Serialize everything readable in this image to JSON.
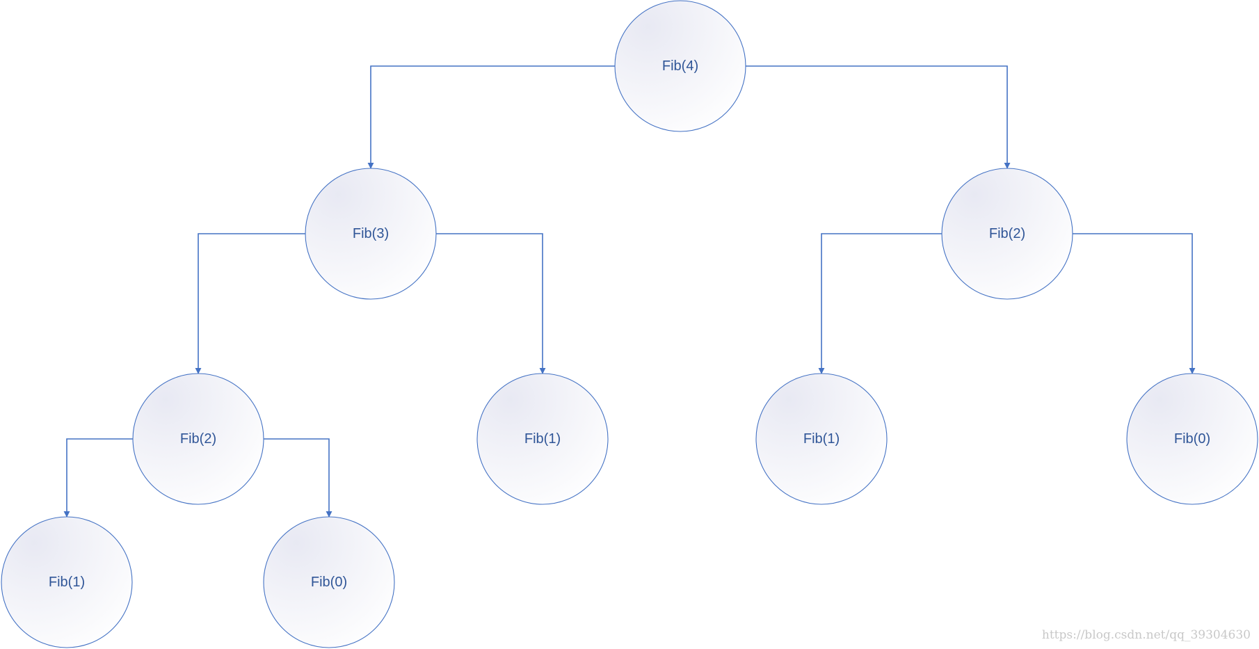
{
  "diagram": {
    "colors": {
      "stroke": "#4472c4",
      "label": "#2f5597",
      "fill_top": "#e8e9f3",
      "fill_bottom": "#ffffff"
    },
    "nodes": [
      {
        "id": "root",
        "label": "Fib(4)"
      },
      {
        "id": "left",
        "label": "Fib(3)"
      },
      {
        "id": "right",
        "label": "Fib(2)"
      },
      {
        "id": "left-left",
        "label": "Fib(2)"
      },
      {
        "id": "left-right",
        "label": "Fib(1)"
      },
      {
        "id": "right-left",
        "label": "Fib(1)"
      },
      {
        "id": "right-right",
        "label": "Fib(0)"
      },
      {
        "id": "left-left-left",
        "label": "Fib(1)"
      },
      {
        "id": "left-left-right",
        "label": "Fib(0)"
      }
    ],
    "edges": [
      {
        "from": "root",
        "to": "left"
      },
      {
        "from": "root",
        "to": "right"
      },
      {
        "from": "left",
        "to": "left-left"
      },
      {
        "from": "left",
        "to": "left-right"
      },
      {
        "from": "right",
        "to": "right-left"
      },
      {
        "from": "right",
        "to": "right-right"
      },
      {
        "from": "left-left",
        "to": "left-left-left"
      },
      {
        "from": "left-left",
        "to": "left-left-right"
      }
    ]
  },
  "watermark": "https://blog.csdn.net/qq_39304630"
}
